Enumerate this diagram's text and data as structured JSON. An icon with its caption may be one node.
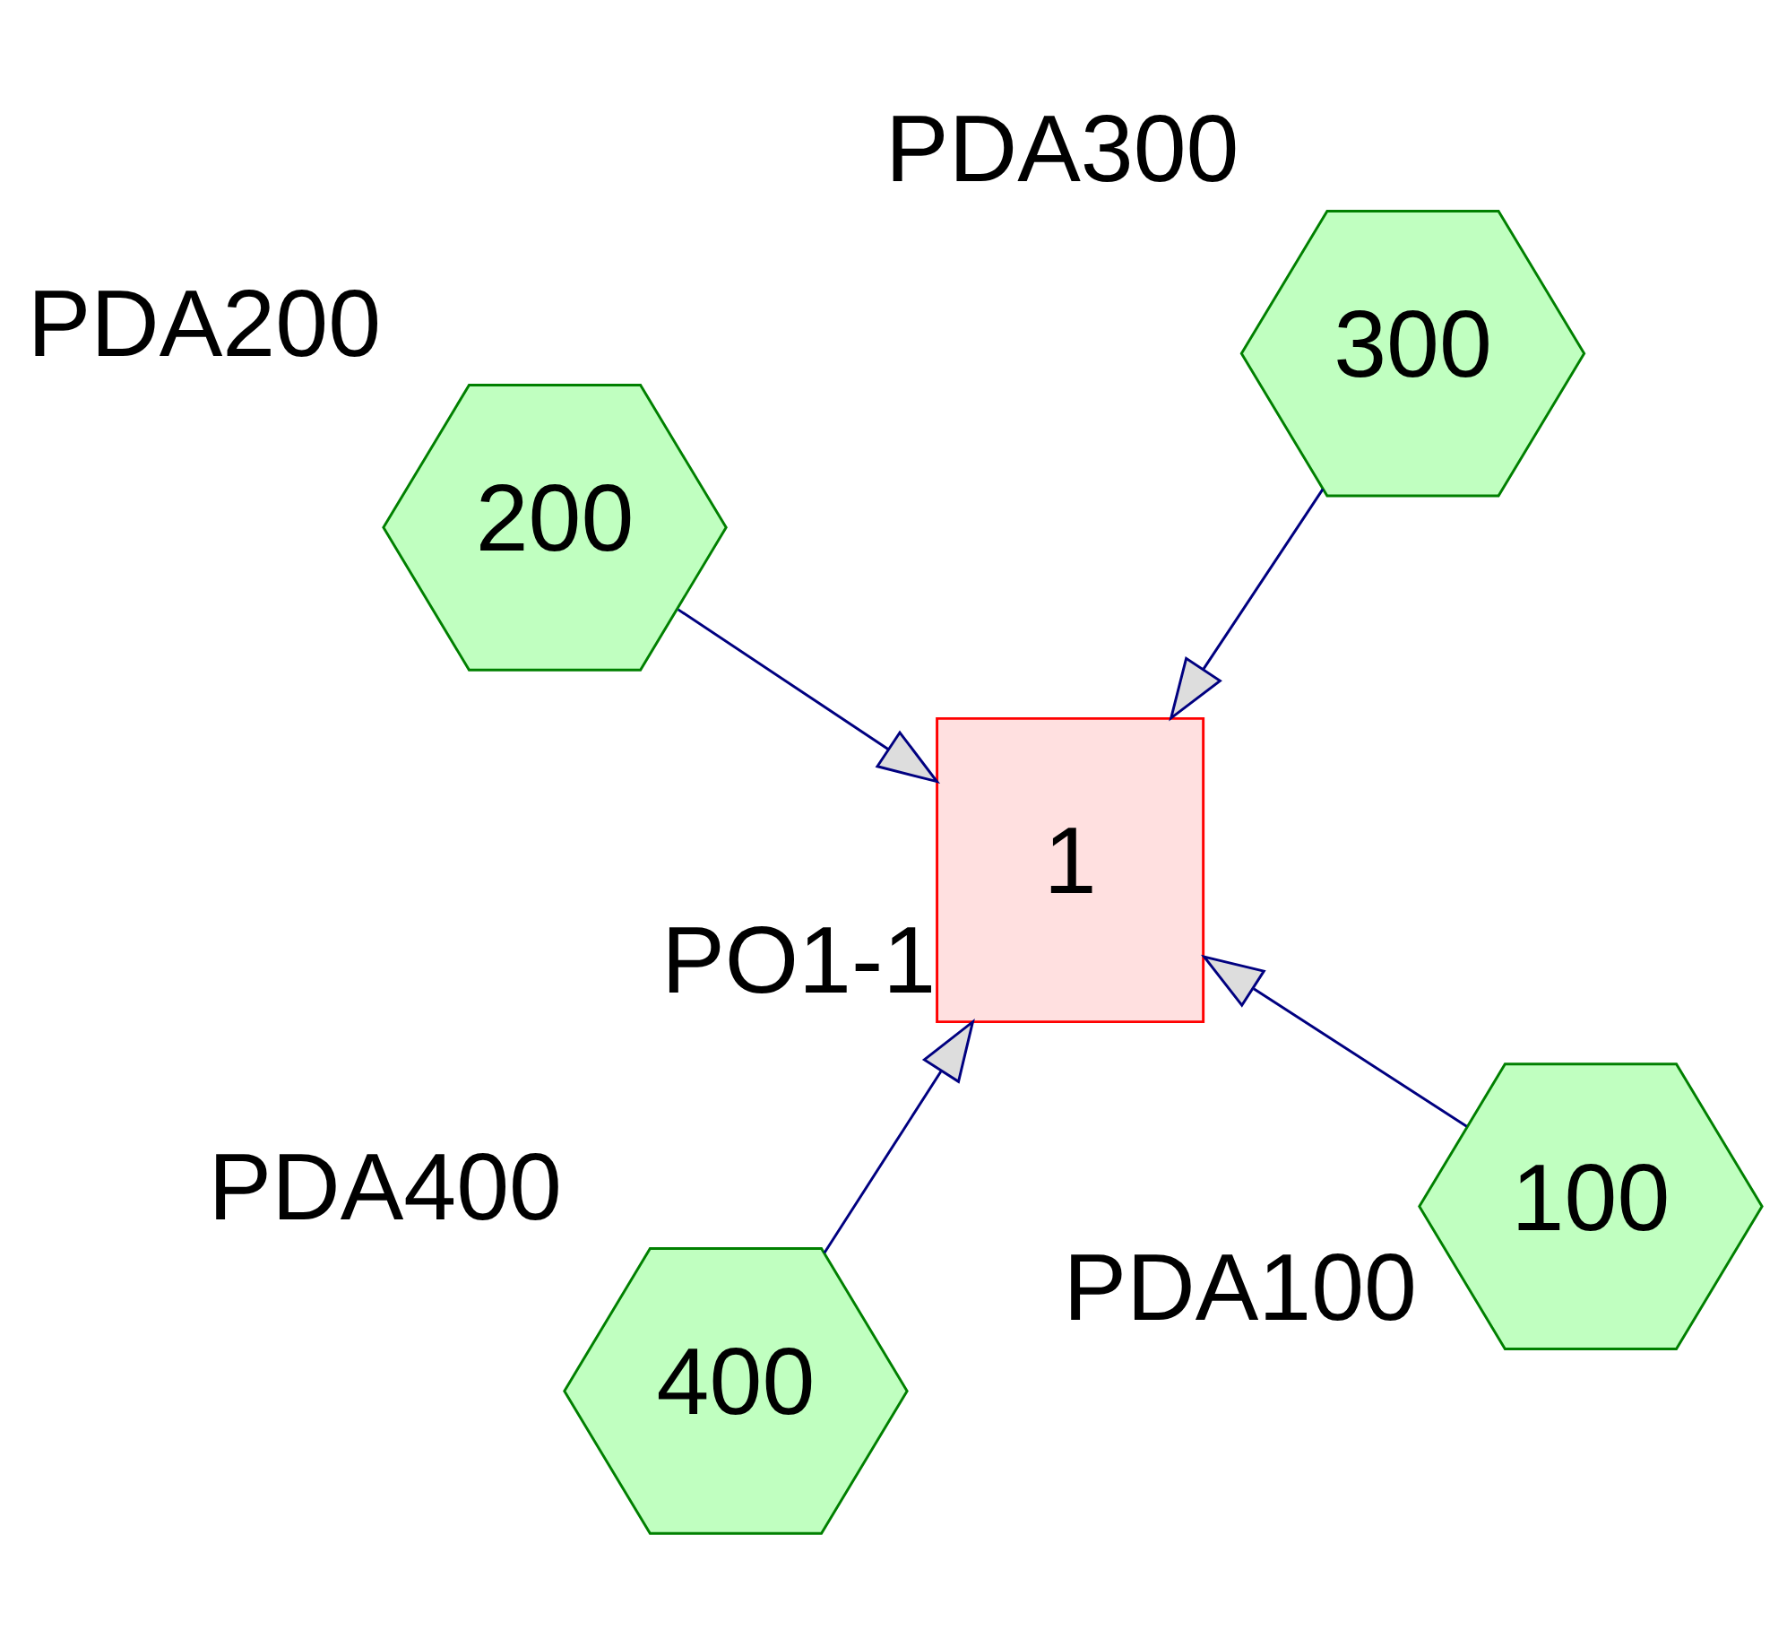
{
  "diagram": {
    "nodes": [
      {
        "text": [
          "1"
        ],
        "beside": [
          "PO1-1"
        ]
      },
      {
        "text": [
          "100"
        ],
        "beside": [
          "PDA100"
        ]
      },
      {
        "text": [
          "400"
        ],
        "beside": [
          "PDA400"
        ]
      },
      {
        "text": [
          "200"
        ],
        "beside": [
          "PDA200"
        ]
      },
      {
        "text": [
          "300"
        ],
        "beside": [
          "PDA300"
        ]
      }
    ],
    "edges": [
      {
        "from": 1,
        "to": 0,
        "arrow": "to"
      },
      {
        "from": 2,
        "to": 0,
        "arrow": "to"
      },
      {
        "from": 3,
        "to": 0,
        "arrow": "to"
      },
      {
        "from": 4,
        "to": 0,
        "arrow": "to"
      }
    ]
  }
}
